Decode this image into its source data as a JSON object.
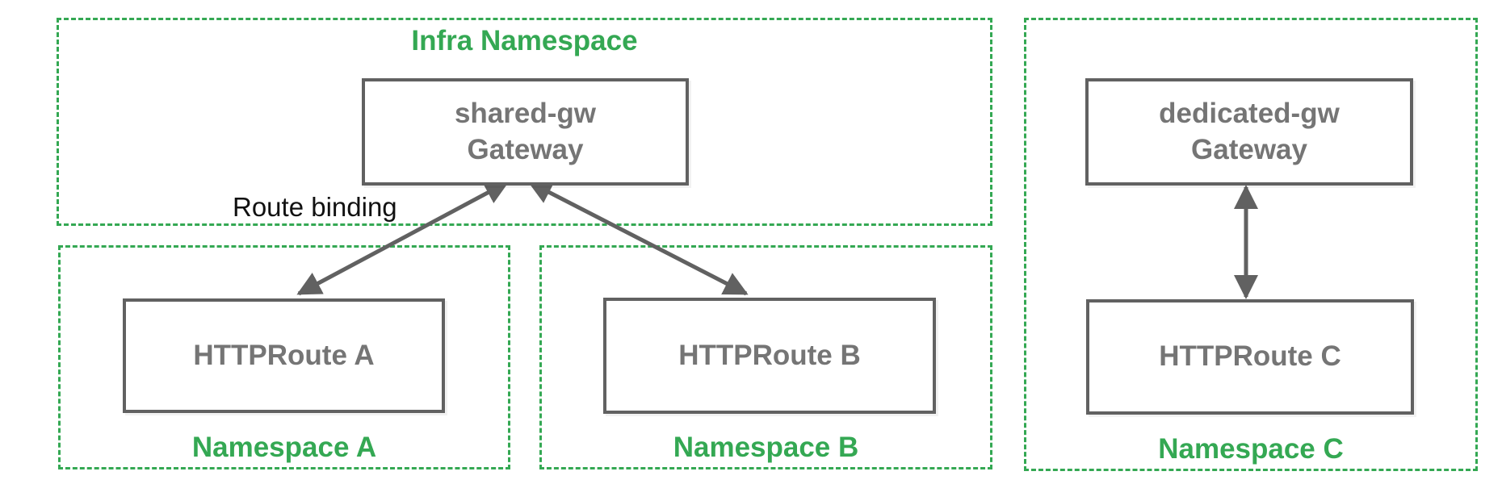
{
  "colors": {
    "namespace_green": "#34A853",
    "node_border_gray": "#616161",
    "node_text_gray": "#757575",
    "annotation_black": "#111111",
    "background": "#FFFFFF"
  },
  "namespaces": [
    {
      "label": "Infra Namespace",
      "nodes": [
        {
          "type": "Gateway",
          "lines": [
            "shared-gw",
            "Gateway"
          ]
        }
      ]
    },
    {
      "label": "Namespace A",
      "nodes": [
        {
          "type": "HTTPRoute",
          "lines": [
            "HTTPRoute A"
          ]
        }
      ]
    },
    {
      "label": "Namespace B",
      "nodes": [
        {
          "type": "HTTPRoute",
          "lines": [
            "HTTPRoute B"
          ]
        }
      ]
    },
    {
      "label": "Namespace C",
      "nodes": [
        {
          "type": "Gateway",
          "lines": [
            "dedicated-gw",
            "Gateway"
          ]
        },
        {
          "type": "HTTPRoute",
          "lines": [
            "HTTPRoute C"
          ]
        }
      ]
    }
  ],
  "annotations": {
    "route_binding": "Route binding"
  },
  "edges": [
    {
      "from": "HTTPRoute A",
      "to": "shared-gw Gateway",
      "arrows": "both"
    },
    {
      "from": "HTTPRoute B",
      "to": "shared-gw Gateway",
      "arrows": "both"
    },
    {
      "from": "HTTPRoute C",
      "to": "dedicated-gw Gateway",
      "arrows": "both"
    }
  ]
}
